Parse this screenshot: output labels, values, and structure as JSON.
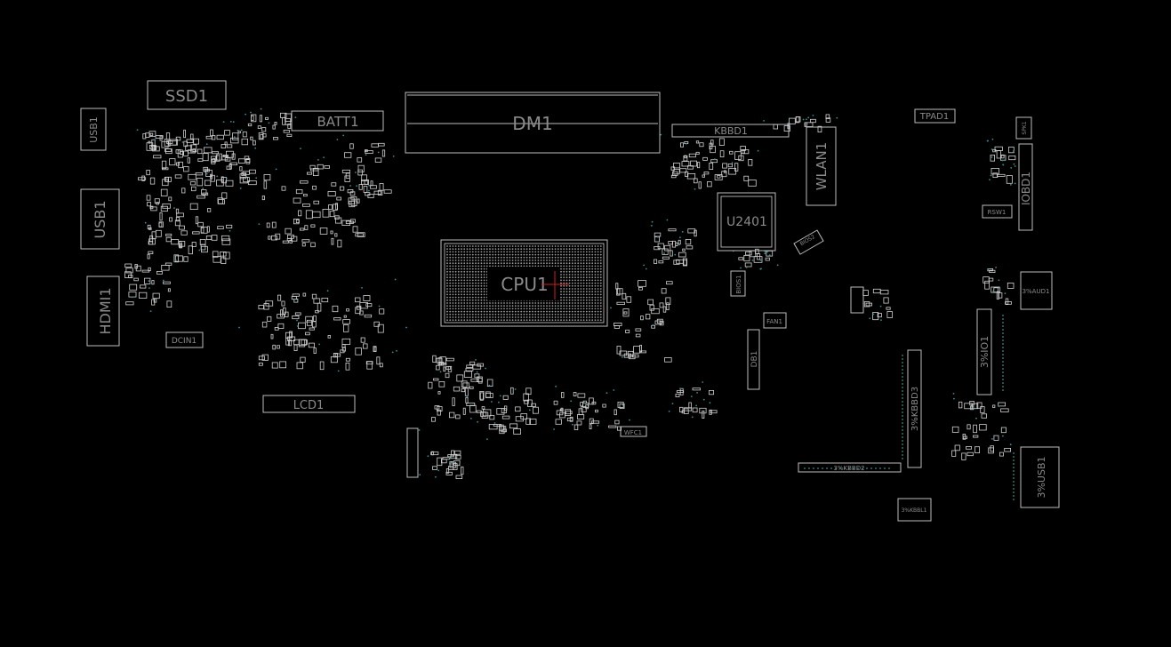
{
  "board": {
    "background": "#000000",
    "outline_color": "#bdbdbd",
    "label_color": "#8a8a8a",
    "via_color": "#3a8f8f",
    "marker_color": "#d02020"
  },
  "components": {
    "ssd1": "SSD1",
    "batt1": "BATT1",
    "dm1": "DM1",
    "kbbd1": "KBBD1",
    "tpad1": "TPAD1",
    "wlan1": "WLAN1",
    "iobd1": "IOBD1",
    "u2401": "U2401",
    "cpu1": "CPU1",
    "usb1_left": "USB1",
    "usb1_top": "USB1",
    "hdmi1": "HDMI1",
    "dcin1": "DCIN1",
    "lcd1": "LCD1",
    "db1": "DB1",
    "fan1": "FAN1",
    "kbbd3": "3%KBBD3",
    "kbbd2": "3%KBBD2",
    "io1": "3%IO1",
    "usb1_right": "3%USB1",
    "aud1": "3%AUD1",
    "kbbl1": "3%KBBL1",
    "spk1": "SPK1",
    "bios1": "BIOS1",
    "bios2": "BIOS2",
    "rsw1": "RSW1",
    "wfc1": "WFC1"
  }
}
